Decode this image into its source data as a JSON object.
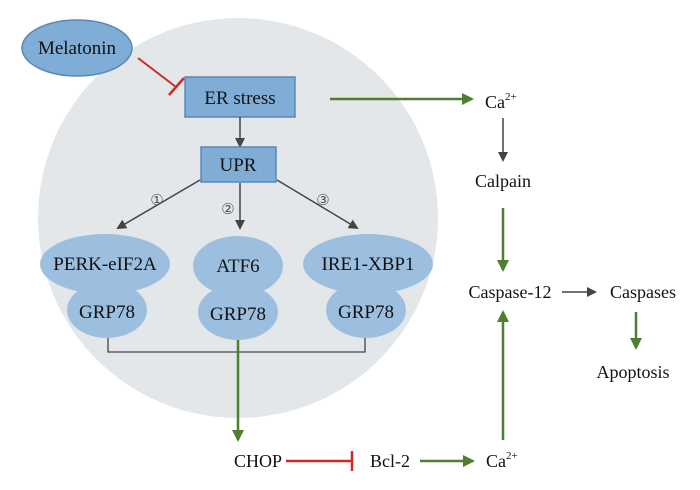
{
  "colors": {
    "cell_fill": "#e3e7ea",
    "box_fill": "#7fadd6",
    "box_stroke": "#5b87b5",
    "oval_fill": "#9dbfdf",
    "green_arrow": "#4e7f2e",
    "red_inhibit": "#d02b22",
    "gray_arrow": "#444444"
  },
  "nodes": {
    "melatonin": "Melatonin",
    "er_stress": "ER stress",
    "upr": "UPR",
    "perk": "PERK-eIF2A",
    "atf6": "ATF6",
    "ire1": "IRE1-XBP1",
    "grp78": "GRP78",
    "chop": "CHOP",
    "bcl2": "Bcl-2",
    "ca_top": "Ca",
    "ca_bottom": "Ca",
    "ca_superscript": "2+",
    "calpain": "Calpain",
    "caspase12": "Caspase-12",
    "caspases": "Caspases",
    "apoptosis": "Apoptosis"
  },
  "pathway_numbers": [
    "①",
    "②",
    "③"
  ]
}
